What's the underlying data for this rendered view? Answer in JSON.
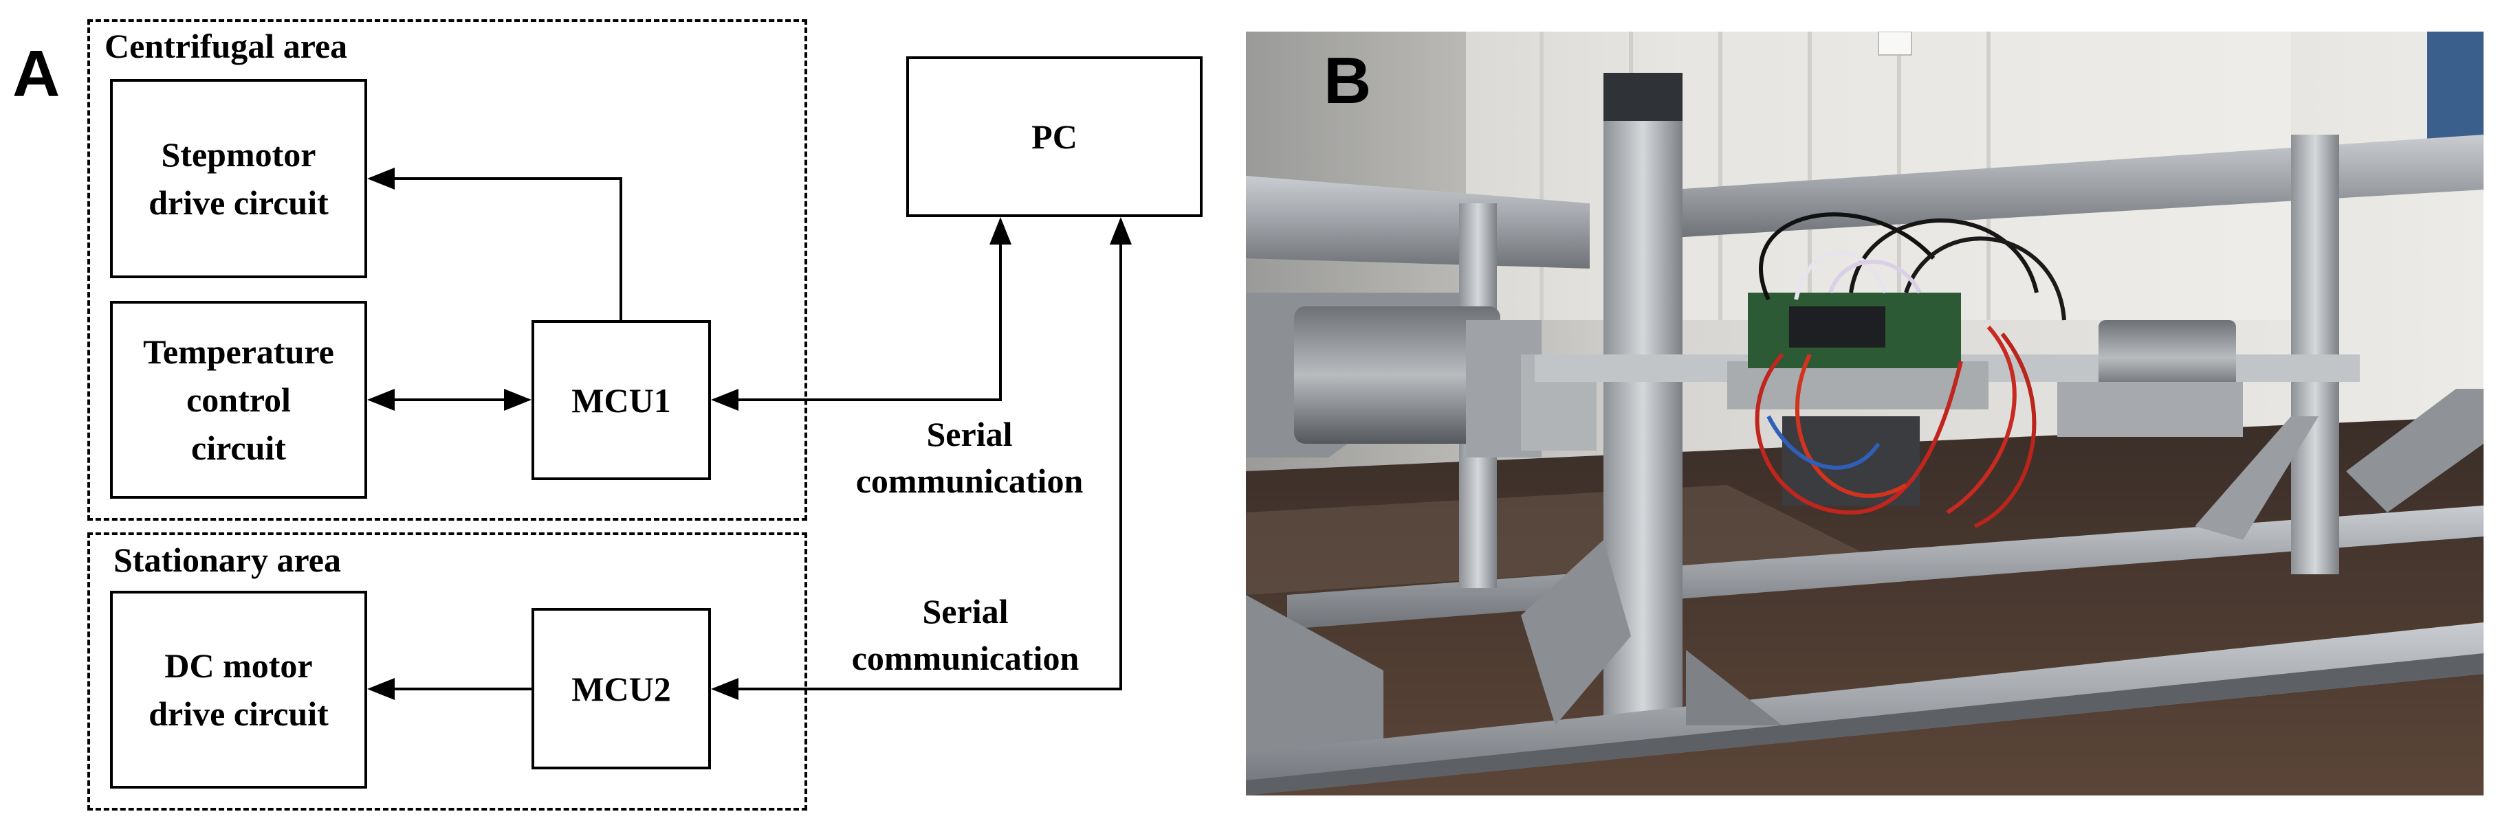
{
  "panel_a": {
    "letter": "A",
    "areas": {
      "centrifugal": "Centrifugal area",
      "stationary": "Stationary area"
    },
    "blocks": {
      "stepmotor": "Stepmotor\ndrive circuit",
      "temperature": "Temperature\ncontrol\ncircuit",
      "mcu1": "MCU1",
      "dcmotor": "DC motor\ndrive circuit",
      "mcu2": "MCU2",
      "pc": "PC"
    },
    "links": {
      "serial_upper": "Serial\ncommunication",
      "serial_lower": "Serial\ncommunication"
    }
  },
  "panel_b": {
    "letter": "B"
  }
}
